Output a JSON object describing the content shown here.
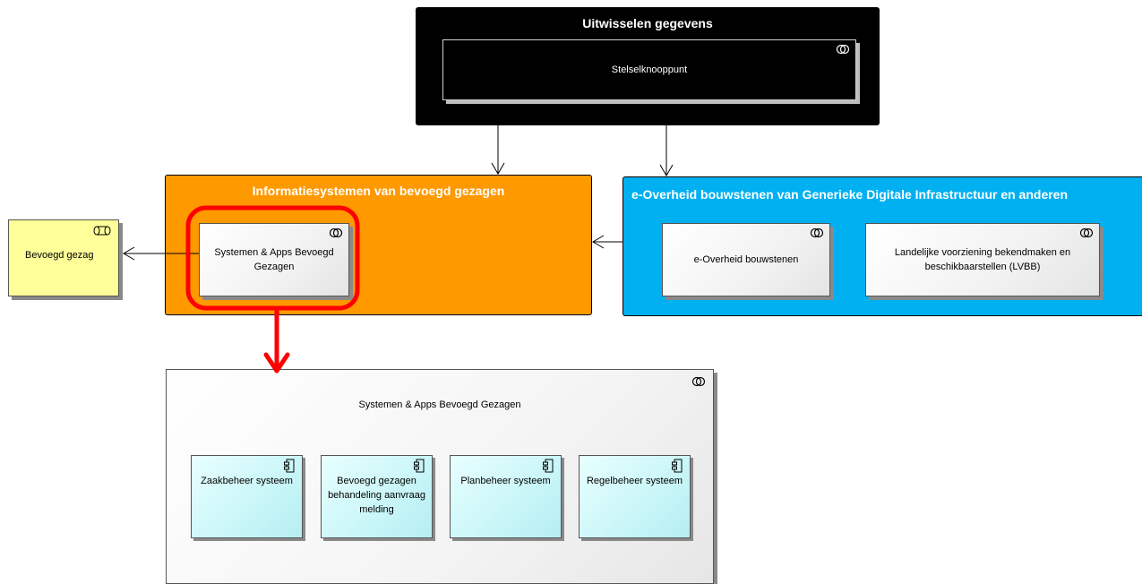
{
  "groups": {
    "exchange": {
      "title": "Uitwisselen gegevens",
      "node": "Stelselknooppunt"
    },
    "info_systems": {
      "title": "Informatiesystemen van bevoegd gezagen",
      "node": "Systemen & Apps Bevoegd Gezagen"
    },
    "eoverheid": {
      "title": "e-Overheid bouwstenen van Generieke Digitale Infrastructuur en anderen",
      "nodes": [
        "e-Overheid bouwstenen",
        "Landelijke voorziening bekendmaken en beschikbaarstellen (LVBB)"
      ]
    }
  },
  "actor": {
    "label": "Bevoegd gezag"
  },
  "detail": {
    "title": "Systemen & Apps Bevoegd Gezagen",
    "components": [
      "Zaakbeheer systeem",
      "Bevoegd gezagen behandeling aanvraag melding",
      "Planbeheer systeem",
      "Regelbeheer systeem"
    ]
  },
  "colors": {
    "exchange_bg": "#000000",
    "info_systems_bg": "#ff9900",
    "eoverheid_bg": "#00b0f0",
    "actor_bg": "#ffff99",
    "highlight": "#ff0000",
    "component_bg": "#c9f6f8"
  },
  "icons": [
    "system-software-icon",
    "component-icon",
    "business-role-icon"
  ]
}
